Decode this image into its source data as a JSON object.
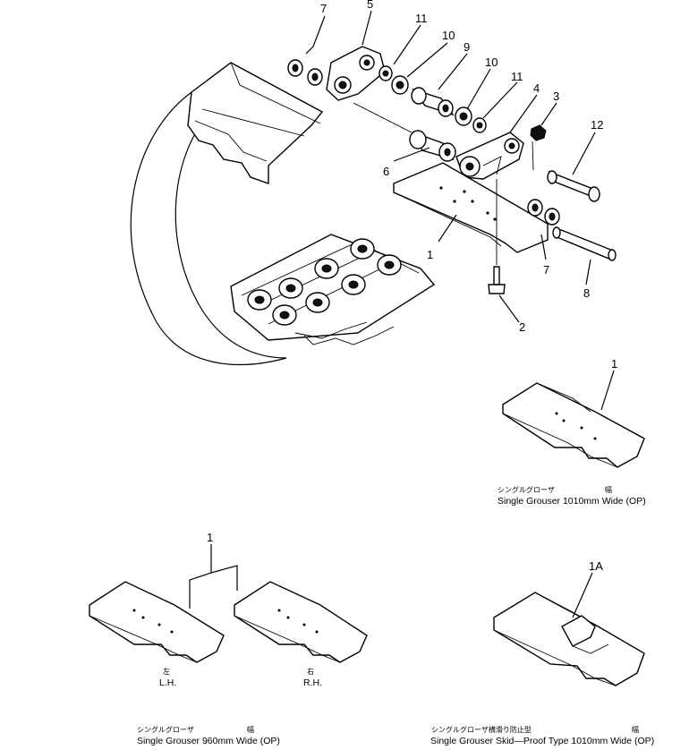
{
  "callouts": {
    "c7a": "7",
    "c5": "5",
    "c11a": "11",
    "c10a": "10",
    "c9": "9",
    "c10b": "10",
    "c11b": "11",
    "c4": "4",
    "c3": "3",
    "c12": "12",
    "c6": "6",
    "c1a": "1",
    "c7b": "7",
    "c8": "8",
    "c2": "2",
    "c1b": "1",
    "c1c": "1",
    "c1A": "1A"
  },
  "captions": {
    "sg1010_jp": "シングルグローザ",
    "sg1010_width_jp": "幅",
    "sg1010_en": "Single Grouser 1010mm Wide (OP)",
    "lh_jp": "左",
    "lh_en": "L.H.",
    "rh_jp": "右",
    "rh_en": "R.H.",
    "sg960_jp": "シングルグローザ",
    "sg960_width_jp": "幅",
    "sg960_en": "Single Grouser 960mm Wide (OP)",
    "skid_jp": "シングルグローザ横滑り防止型",
    "skid_width_jp": "幅",
    "skid_en": "Single Grouser Skid—Proof Type 1010mm Wide (OP)"
  }
}
